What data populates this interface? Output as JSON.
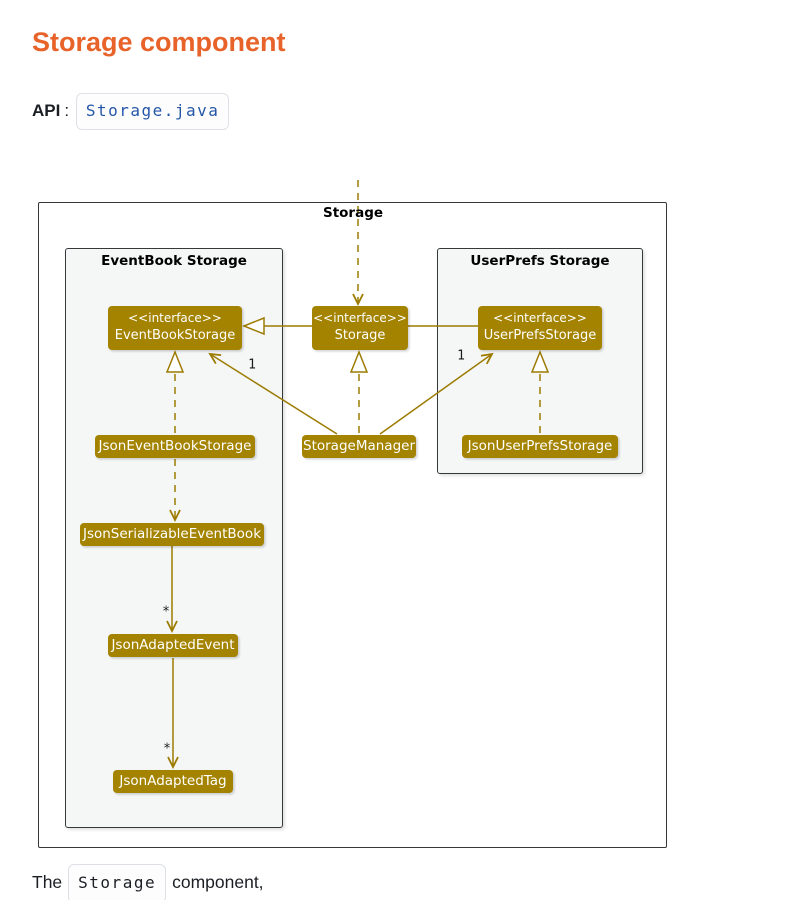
{
  "header": {
    "title": "Storage component"
  },
  "api": {
    "label": "API",
    "separator": ":",
    "link_text": "Storage.java"
  },
  "diagram": {
    "frame_label": "Storage",
    "packages": {
      "left": "EventBook Storage",
      "right": "UserPrefs Storage"
    },
    "stereotype": "<<interface>>",
    "nodes": {
      "event_book_storage": "EventBookStorage",
      "storage": "Storage",
      "user_prefs_storage": "UserPrefsStorage",
      "json_event_book_storage": "JsonEventBookStorage",
      "storage_manager": "StorageManager",
      "json_user_prefs_storage": "JsonUserPrefsStorage",
      "json_serializable_event_book": "JsonSerializableEventBook",
      "json_adapted_event": "JsonAdaptedEvent",
      "json_adapted_tag": "JsonAdaptedTag"
    },
    "labels": {
      "mult_event_book": "1",
      "mult_user_prefs": "1",
      "mult_adapted_event": "*",
      "mult_adapted_tag": "*"
    }
  },
  "footer": {
    "prefix": "The",
    "code": "Storage",
    "suffix": "component,"
  },
  "colors": {
    "heading_orange": "#e8632a",
    "link_blue": "#2456a8",
    "node_fill": "#a38300",
    "edge_gold": "#9c7b00",
    "package_bg": "#f5f6f6",
    "border_dark": "#35383b"
  }
}
